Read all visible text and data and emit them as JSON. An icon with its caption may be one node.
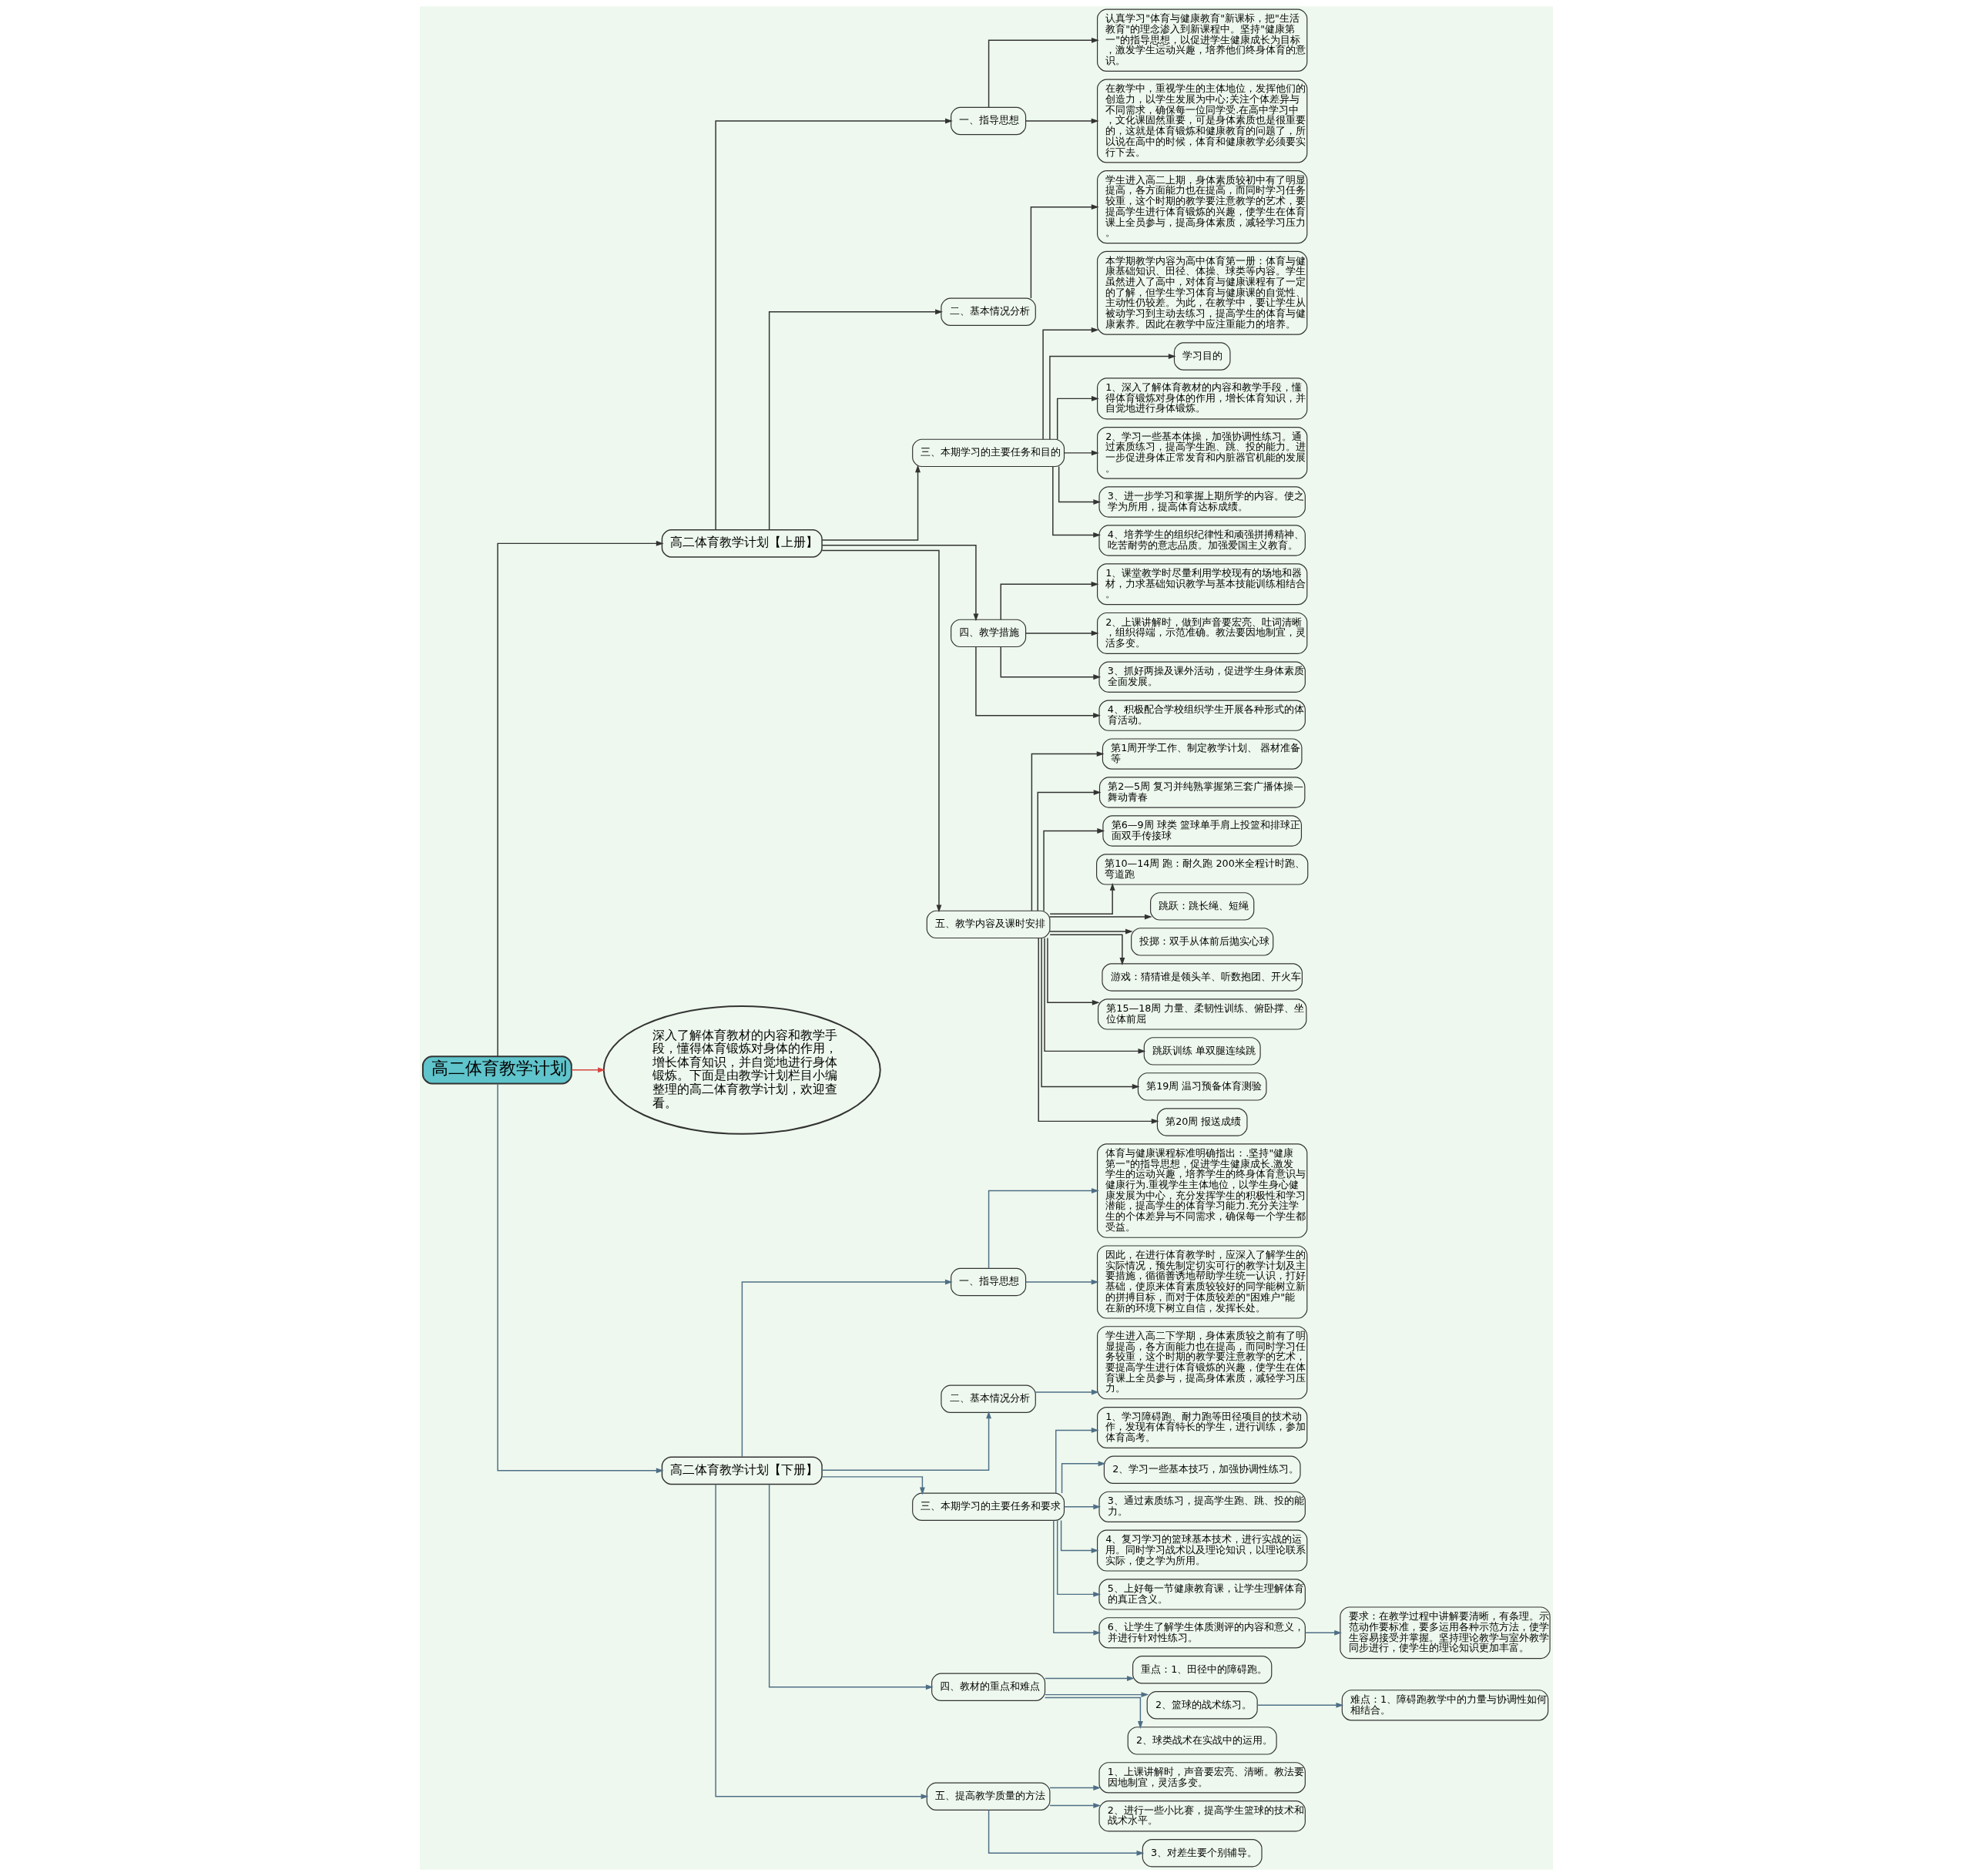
{
  "diagram": {
    "nodes": [
      {
        "text": [
          "高二体育教学计划"
        ]
      },
      {
        "text": [
          "高二体育教学计划【上册】"
        ]
      },
      {
        "text": [
          "一、指导思想"
        ]
      },
      {
        "text": [
          "认真学习\"体育与健康教育\"新课标，把\"生活教育\"的理念渗入到新课程中。坚持\"健康第一\"的指导思想，以促进学生健康成长为目标，激发学生运动兴趣，培养他们终身体育的意识。"
        ]
      },
      {
        "text": [
          "在教学中，重视学生的主体地位，发挥他们的创造力，以学生发展为中心;关注个体差异与不同需求，确保每一位同学受.在高中学习中，文化课固然重要，可是身体素质也是很重要的，这就是体育锻炼和健康教育的问题了，所以说在高中的时候，体育和健康教学必须要实行下去。"
        ]
      },
      {
        "text": [
          "二、基本情况分析"
        ]
      },
      {
        "text": [
          "学生进入高二上期，身体素质较初中有了明显提高，各方面能力也在提高，而同时学习任务较重，这个时期的教学要注意教学的艺术，要提高学生进行体育锻炼的兴趣，使学生在体育课上全员参与，提高身体素质，减轻学习压力。"
        ]
      },
      {
        "text": [
          "三、本期学习的主要任务和目的"
        ]
      },
      {
        "text": [
          "本学期教学内容为高中体育第一册：体育与健康基础知识、田径、体操、球类等内容。学生虽然进入了高中，对体育与健康课程有了一定的了解，但学生学习体育与健康课的自觉性、主动性仍较差。为此，在教学中，要让学生从被动学习到主动去练习，提高学生的体育与健康素养。因此在教学中应注重能力的培养。"
        ]
      },
      {
        "text": [
          "学习目的"
        ]
      },
      {
        "text": [
          "1、深入了解体育教材的内容和教学手段，懂得体育锻炼对身体的作用，增长体育知识，并自觉地进行身体锻炼。"
        ]
      },
      {
        "text": [
          "2、学习一些基本体操，加强协调性练习。通过素质练习，提高学生跑、跳、投的能力。进一步促进身体正常发育和内脏器官机能的发展。"
        ]
      },
      {
        "text": [
          "3、进一步学习和掌握上期所学的内容。使之学为所用，提高体育达标成绩。"
        ]
      },
      {
        "text": [
          "4、培养学生的组织纪律性和顽强拼搏精神、吃苦耐劳的意志品质。加强爱国主义教育。"
        ]
      },
      {
        "text": [
          "四、教学措施"
        ]
      },
      {
        "text": [
          "1、课堂教学时尽量利用学校现有的场地和器材，力求基础知识教学与基本技能训练相结合。"
        ]
      },
      {
        "text": [
          "2、上课讲解时，做到声音要宏亮、吐词清晰，组织得端，示范准确。教法要因地制宜，灵活多变。"
        ]
      },
      {
        "text": [
          "3、抓好两操及课外活动，促进学生身体素质全面发展。"
        ]
      },
      {
        "text": [
          "4、积极配合学校组织学生开展各种形式的体育活动。"
        ]
      },
      {
        "text": [
          "五、教学内容及课时安排"
        ]
      },
      {
        "text": [
          "第1周开学工作、制定教学计划、 器材准备等"
        ]
      },
      {
        "text": [
          "第2—5周 复习并纯熟掌握第三套广播体操—舞动青春"
        ]
      },
      {
        "text": [
          "第6—9周 球类 篮球单手肩上投篮和排球正面双手传接球"
        ]
      },
      {
        "text": [
          "第10—14周 跑：耐久跑 200米全程计时跑、弯道跑"
        ]
      },
      {
        "text": [
          "跳跃：跳长绳、短绳"
        ]
      },
      {
        "text": [
          "投掷：双手从体前后抛实心球"
        ]
      },
      {
        "text": [
          "游戏：猜猜谁是领头羊、听数抱团、开火车"
        ]
      },
      {
        "text": [
          "第15—18周 力量、柔韧性训练、俯卧撑、坐位体前屈"
        ]
      },
      {
        "text": [
          "跳跃训练 单双腿连续跳"
        ]
      },
      {
        "text": [
          "第19周 温习预备体育测验"
        ]
      },
      {
        "text": [
          "第20周 报送成绩"
        ]
      },
      {
        "text": [
          "深入了解体育教材的内容和教学手段，懂得体育锻炼对身体的作用，增长体育知识，并自觉地进行身体锻炼。下面是由教学计划栏目小编整理的高二体育教学计划，欢迎查看。"
        ]
      },
      {
        "text": [
          "高二体育教学计划【下册】"
        ]
      },
      {
        "text": [
          "一、指导思想"
        ]
      },
      {
        "text": [
          "体育与健康课程标准明确指出：.坚持\"健康第一\"的指导思想，促进学生健康成长.激发学生的运动兴趣，培养学生的终身体育意识与健康行为.重视学生主体地位，以学生身心健康发展为中心，充分发挥学生的积极性和学习潜能，提高学生的体育学习能力.充分关注学生的个体差异与不同需求，确保每一个学生都受益。"
        ]
      },
      {
        "text": [
          "因此，在进行体育教学时，应深入了解学生的实际情况，预先制定切实可行的教学计划及主要措施，循循善诱地帮助学生统一认识，打好基础，使原来体育素质较较好的同学能树立新的拼搏目标，而对于体质较差的\"困难户\"能在新的环境下树立自信，发挥长处。"
        ]
      },
      {
        "text": [
          "二、基本情况分析"
        ]
      },
      {
        "text": [
          "学生进入高二下学期，身体素质较之前有了明显提高，各方面能力也在提高，而同时学习任务较重，这个时期的教学要注意教学的艺术，要提高学生进行体育锻炼的兴趣，使学生在体育课上全员参与，提高身体素质，减轻学习压力。"
        ]
      },
      {
        "text": [
          "三、本期学习的主要任务和要求"
        ]
      },
      {
        "text": [
          "1、学习障碍跑、耐力跑等田径项目的技术动作，发现有体育特长的学生，进行训练，参加体育高考。"
        ]
      },
      {
        "text": [
          "2、学习一些基本技巧，加强协调性练习。"
        ]
      },
      {
        "text": [
          "3、通过素质练习，提高学生跑、跳、投的能力。"
        ]
      },
      {
        "text": [
          "4、复习学习的篮球基本技术，进行实战的运用。同时学习战术以及理论知识，以理论联系实际，使之学为所用。"
        ]
      },
      {
        "text": [
          "5、上好每一节健康教育课，让学生理解体育的真正含义。"
        ]
      },
      {
        "text": [
          "6、让学生了解学生体质测评的内容和意义，并进行针对性练习。"
        ]
      },
      {
        "text": [
          "要求：在教学过程中讲解要清晰，有条理。示范动作要标准，要多运用各种示范方法，使学生容易接受并掌握。坚持理论教学与室外教学同步进行，使学生的理论知识更加丰富。"
        ]
      },
      {
        "text": [
          "四、教材的重点和难点"
        ]
      },
      {
        "text": [
          "重点：1、田径中的障碍跑。"
        ]
      },
      {
        "text": [
          "2、篮球的战术练习。"
        ]
      },
      {
        "text": [
          "难点：1、障碍跑教学中的力量与协调性如何相结合。"
        ]
      },
      {
        "text": [
          "2、球类战术在实战中的运用。"
        ]
      },
      {
        "text": [
          "五、提高教学质量的方法"
        ]
      },
      {
        "text": [
          "1、上课讲解时，声音要宏亮、清晰。教法要因地制宜，灵活多变。"
        ]
      },
      {
        "text": [
          "2、进行一些小比赛，提高学生篮球的技术和战术水平。"
        ]
      },
      {
        "text": [
          "3、对差生要个别辅导。"
        ]
      }
    ],
    "edges": [
      {
        "from": 0,
        "to": 1,
        "arrow": "to"
      },
      {
        "from": 1,
        "to": 2,
        "arrow": "to"
      },
      {
        "from": 2,
        "to": 3,
        "arrow": "to"
      },
      {
        "from": 2,
        "to": 4,
        "arrow": "to"
      },
      {
        "from": 1,
        "to": 5,
        "arrow": "to"
      },
      {
        "from": 5,
        "to": 6,
        "arrow": "to"
      },
      {
        "from": 1,
        "to": 7,
        "arrow": "to"
      },
      {
        "from": 7,
        "to": 8,
        "arrow": "to"
      },
      {
        "from": 7,
        "to": 9,
        "arrow": "to"
      },
      {
        "from": 7,
        "to": 10,
        "arrow": "to"
      },
      {
        "from": 7,
        "to": 11,
        "arrow": "to"
      },
      {
        "from": 7,
        "to": 12,
        "arrow": "to"
      },
      {
        "from": 7,
        "to": 13,
        "arrow": "to"
      },
      {
        "from": 1,
        "to": 14,
        "arrow": "to"
      },
      {
        "from": 14,
        "to": 15,
        "arrow": "to"
      },
      {
        "from": 14,
        "to": 16,
        "arrow": "to"
      },
      {
        "from": 14,
        "to": 17,
        "arrow": "to"
      },
      {
        "from": 14,
        "to": 18,
        "arrow": "to"
      },
      {
        "from": 1,
        "to": 19,
        "arrow": "to"
      },
      {
        "from": 19,
        "to": 20,
        "arrow": "to"
      },
      {
        "from": 19,
        "to": 21,
        "arrow": "to"
      },
      {
        "from": 19,
        "to": 22,
        "arrow": "to"
      },
      {
        "from": 19,
        "to": 23,
        "arrow": "to"
      },
      {
        "from": 19,
        "to": 24,
        "arrow": "to"
      },
      {
        "from": 19,
        "to": 25,
        "arrow": "to"
      },
      {
        "from": 19,
        "to": 26,
        "arrow": "to"
      },
      {
        "from": 19,
        "to": 27,
        "arrow": "to"
      },
      {
        "from": 19,
        "to": 28,
        "arrow": "to"
      },
      {
        "from": 19,
        "to": 29,
        "arrow": "to"
      },
      {
        "from": 19,
        "to": 30,
        "arrow": "to"
      },
      {
        "from": 0,
        "to": 31,
        "arrow": "to",
        "color": "#d64541"
      },
      {
        "from": 0,
        "to": 32,
        "arrow": "to",
        "color": "#4f6f86"
      },
      {
        "from": 32,
        "to": 33,
        "arrow": "to",
        "color": "#4f6f86"
      },
      {
        "from": 33,
        "to": 34,
        "arrow": "to",
        "color": "#4f6f86"
      },
      {
        "from": 33,
        "to": 35,
        "arrow": "to",
        "color": "#4f6f86"
      },
      {
        "from": 32,
        "to": 36,
        "arrow": "to",
        "color": "#4f6f86"
      },
      {
        "from": 36,
        "to": 37,
        "arrow": "to",
        "color": "#4f6f86"
      },
      {
        "from": 32,
        "to": 38,
        "arrow": "to",
        "color": "#4f6f86"
      },
      {
        "from": 38,
        "to": 39,
        "arrow": "to",
        "color": "#4f6f86"
      },
      {
        "from": 38,
        "to": 40,
        "arrow": "to",
        "color": "#4f6f86"
      },
      {
        "from": 38,
        "to": 41,
        "arrow": "to",
        "color": "#4f6f86"
      },
      {
        "from": 38,
        "to": 42,
        "arrow": "to",
        "color": "#4f6f86"
      },
      {
        "from": 38,
        "to": 43,
        "arrow": "to",
        "color": "#4f6f86"
      },
      {
        "from": 38,
        "to": 44,
        "arrow": "to",
        "color": "#4f6f86"
      },
      {
        "from": 44,
        "to": 45,
        "arrow": "to",
        "color": "#4f6f86"
      },
      {
        "from": 32,
        "to": 46,
        "arrow": "to",
        "color": "#4f6f86"
      },
      {
        "from": 46,
        "to": 47,
        "arrow": "to",
        "color": "#4f6f86"
      },
      {
        "from": 46,
        "to": 48,
        "arrow": "to",
        "color": "#4f6f86"
      },
      {
        "from": 48,
        "to": 49,
        "arrow": "to",
        "color": "#4f6f86"
      },
      {
        "from": 46,
        "to": 50,
        "arrow": "to",
        "color": "#4f6f86"
      },
      {
        "from": 32,
        "to": 51,
        "arrow": "to",
        "color": "#4f6f86"
      },
      {
        "from": 51,
        "to": 52,
        "arrow": "to",
        "color": "#4f6f86"
      },
      {
        "from": 51,
        "to": 53,
        "arrow": "to",
        "color": "#4f6f86"
      },
      {
        "from": 51,
        "to": 54,
        "arrow": "to",
        "color": "#4f6f86"
      }
    ]
  }
}
